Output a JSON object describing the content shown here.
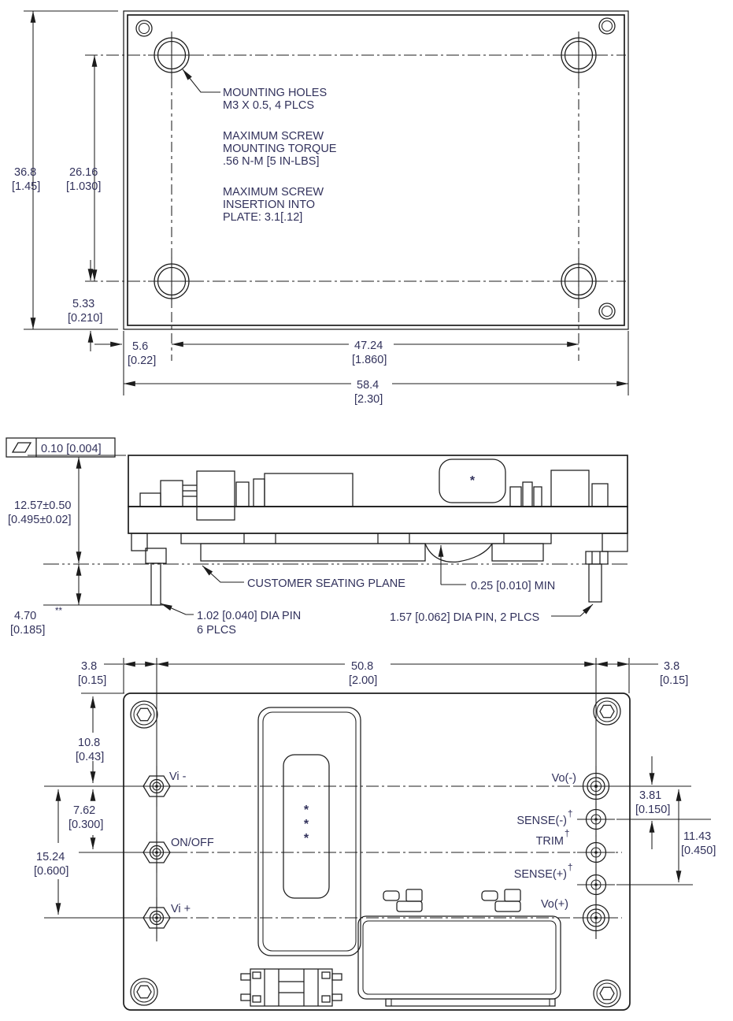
{
  "colors": {
    "line": "#1c1c1c",
    "text": "#32325c",
    "background": "#ffffff"
  },
  "views": {
    "top": {
      "notes": {
        "mounting": [
          "MOUNTING HOLES",
          "M3 X 0.5, 4 PLCS"
        ],
        "torque": [
          "MAXIMUM SCREW",
          "MOUNTING TORQUE",
          ".56 N-M [5 IN-LBS]"
        ],
        "insertion": [
          "MAXIMUM SCREW",
          "INSERTION INTO",
          "PLATE: 3.1[.12]"
        ]
      },
      "dims": {
        "overall_height": {
          "mm": "36.8",
          "in": "[1.45]"
        },
        "hole_span_v": {
          "mm": "26.16",
          "in": "[1.030]"
        },
        "hole_offset_bottom": {
          "mm": "5.33",
          "in": "[0.210]"
        },
        "hole_offset_left": {
          "mm": "5.6",
          "in": "[0.22]"
        },
        "hole_span_h": {
          "mm": "47.24",
          "in": "[1.860]"
        },
        "overall_width": {
          "mm": "58.4",
          "in": "[2.30]"
        }
      }
    },
    "side": {
      "flatness": {
        "value": "0.10 [0.004]"
      },
      "dims": {
        "height": {
          "mm": "12.57±0.50",
          "in": "[0.495±0.02]"
        },
        "pin_length": {
          "mm": "4.70",
          "note": "**",
          "in": "[0.185]"
        },
        "standoff": {
          "value": "0.25  [0.010] MIN"
        }
      },
      "labels": {
        "seating_plane": "CUSTOMER SEATING PLANE",
        "small_pin_line1": "1.02 [0.040] DIA PIN",
        "small_pin_line2": "6 PLCS",
        "large_pin": "1.57 [0.062] DIA PIN, 2 PLCS",
        "star": "*"
      }
    },
    "bottom": {
      "dims": {
        "edge_left": {
          "mm": "3.8",
          "in": "[0.15]"
        },
        "pin_span": {
          "mm": "50.8",
          "in": "[2.00]"
        },
        "edge_right": {
          "mm": "3.8",
          "in": "[0.15]"
        },
        "top_to_row1": {
          "mm": "10.8",
          "in": "[0.43]"
        },
        "row_pitch": {
          "mm": "7.62",
          "in": "[0.300]"
        },
        "row_span": {
          "mm": "15.24",
          "in": "[0.600]"
        },
        "sense_offset": {
          "mm": "3.81",
          "in": "[0.150]"
        },
        "output_span": {
          "mm": "11.43",
          "in": "[0.450]"
        }
      },
      "pins": {
        "vi_minus": "Vi -",
        "on_off": "ON/OFF",
        "vi_plus": "Vi +",
        "vo_minus": "Vo(-)",
        "sense_minus": "SENSE(-)",
        "trim": "TRIM",
        "sense_plus": "SENSE(+)",
        "vo_plus": "Vo(+)",
        "dagger": "†",
        "stars": [
          "*",
          "*",
          "*"
        ]
      }
    }
  }
}
